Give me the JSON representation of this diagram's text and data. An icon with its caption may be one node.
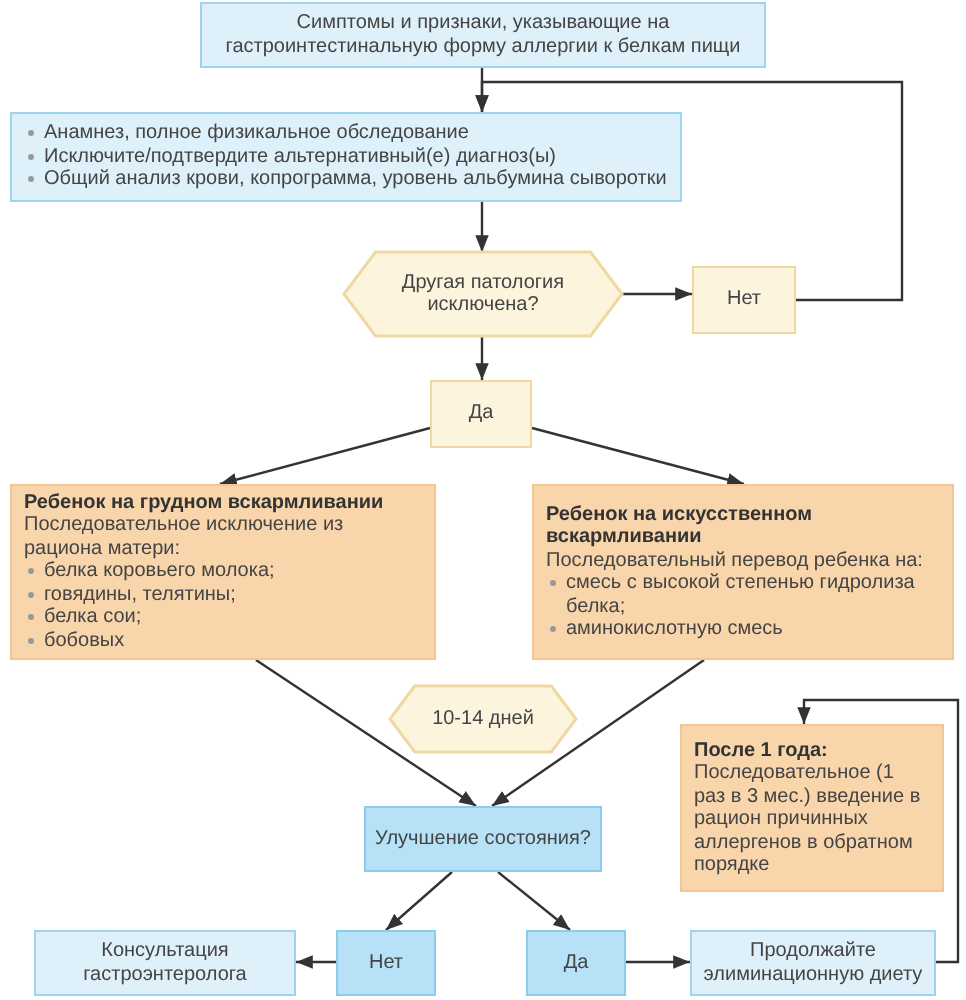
{
  "diagram": {
    "nodes": [
      {
        "text": [
          "Симптомы и признаки, указывающие на гастроинтестинальную форму аллергии к белкам пищи"
        ]
      },
      {
        "text": [
          "Анамнез, полное физикальное обследование",
          "Исключите/подтвердите альтернативный(е) диагноз(ы)",
          "Общий анализ крови, копрограмма, уровень альбумина сыворотки"
        ]
      },
      {
        "text": [
          "Другая патология исключена?"
        ]
      },
      {
        "text": [
          "Нет"
        ]
      },
      {
        "text": [
          "Да"
        ]
      },
      {
        "text": [
          "Ребенок на грудном вскармливании",
          "Последовательное исключение из рациона матери:",
          "белка коровьего молока;",
          "говядины, телятины;",
          "белка сои;",
          "бобовых"
        ]
      },
      {
        "text": [
          "Ребенок на искусственном вскармливании",
          "Последовательный перевод ребенка на:",
          "смесь с высокой степенью гидролиза белка;",
          "аминокислотную смесь"
        ]
      },
      {
        "text": [
          "10-14 дней"
        ]
      },
      {
        "text": [
          "После 1 года:",
          "Последовательное (1 раз в 3 мес.) введение в рацион причинных аллергенов в обратном порядке"
        ]
      },
      {
        "text": [
          "Улучшение состояния?"
        ]
      },
      {
        "text": [
          "Консультация гастроэнтеролога"
        ]
      },
      {
        "text": [
          "Нет"
        ]
      },
      {
        "text": [
          "Да"
        ]
      },
      {
        "text": [
          "Продолжайте элиминационную диету"
        ]
      }
    ],
    "edges": [
      {
        "from": 0,
        "to": 1,
        "arrow": "to"
      },
      {
        "from": 1,
        "to": 2,
        "arrow": "to"
      },
      {
        "from": 2,
        "to": 3,
        "arrow": "to"
      },
      {
        "from": 3,
        "to": 1,
        "arrow": "to"
      },
      {
        "from": 2,
        "to": 4,
        "arrow": "to"
      },
      {
        "from": 4,
        "to": 5,
        "arrow": "to"
      },
      {
        "from": 4,
        "to": 6,
        "arrow": "to"
      },
      {
        "from": 5,
        "to": 9,
        "arrow": "to"
      },
      {
        "from": 6,
        "to": 9,
        "arrow": "to"
      },
      {
        "from": 9,
        "to": 11,
        "arrow": "to"
      },
      {
        "from": 9,
        "to": 12,
        "arrow": "to"
      },
      {
        "from": 11,
        "to": 10,
        "arrow": "to"
      },
      {
        "from": 12,
        "to": 13,
        "arrow": "to"
      },
      {
        "from": 13,
        "to": 8,
        "arrow": "to"
      }
    ]
  }
}
